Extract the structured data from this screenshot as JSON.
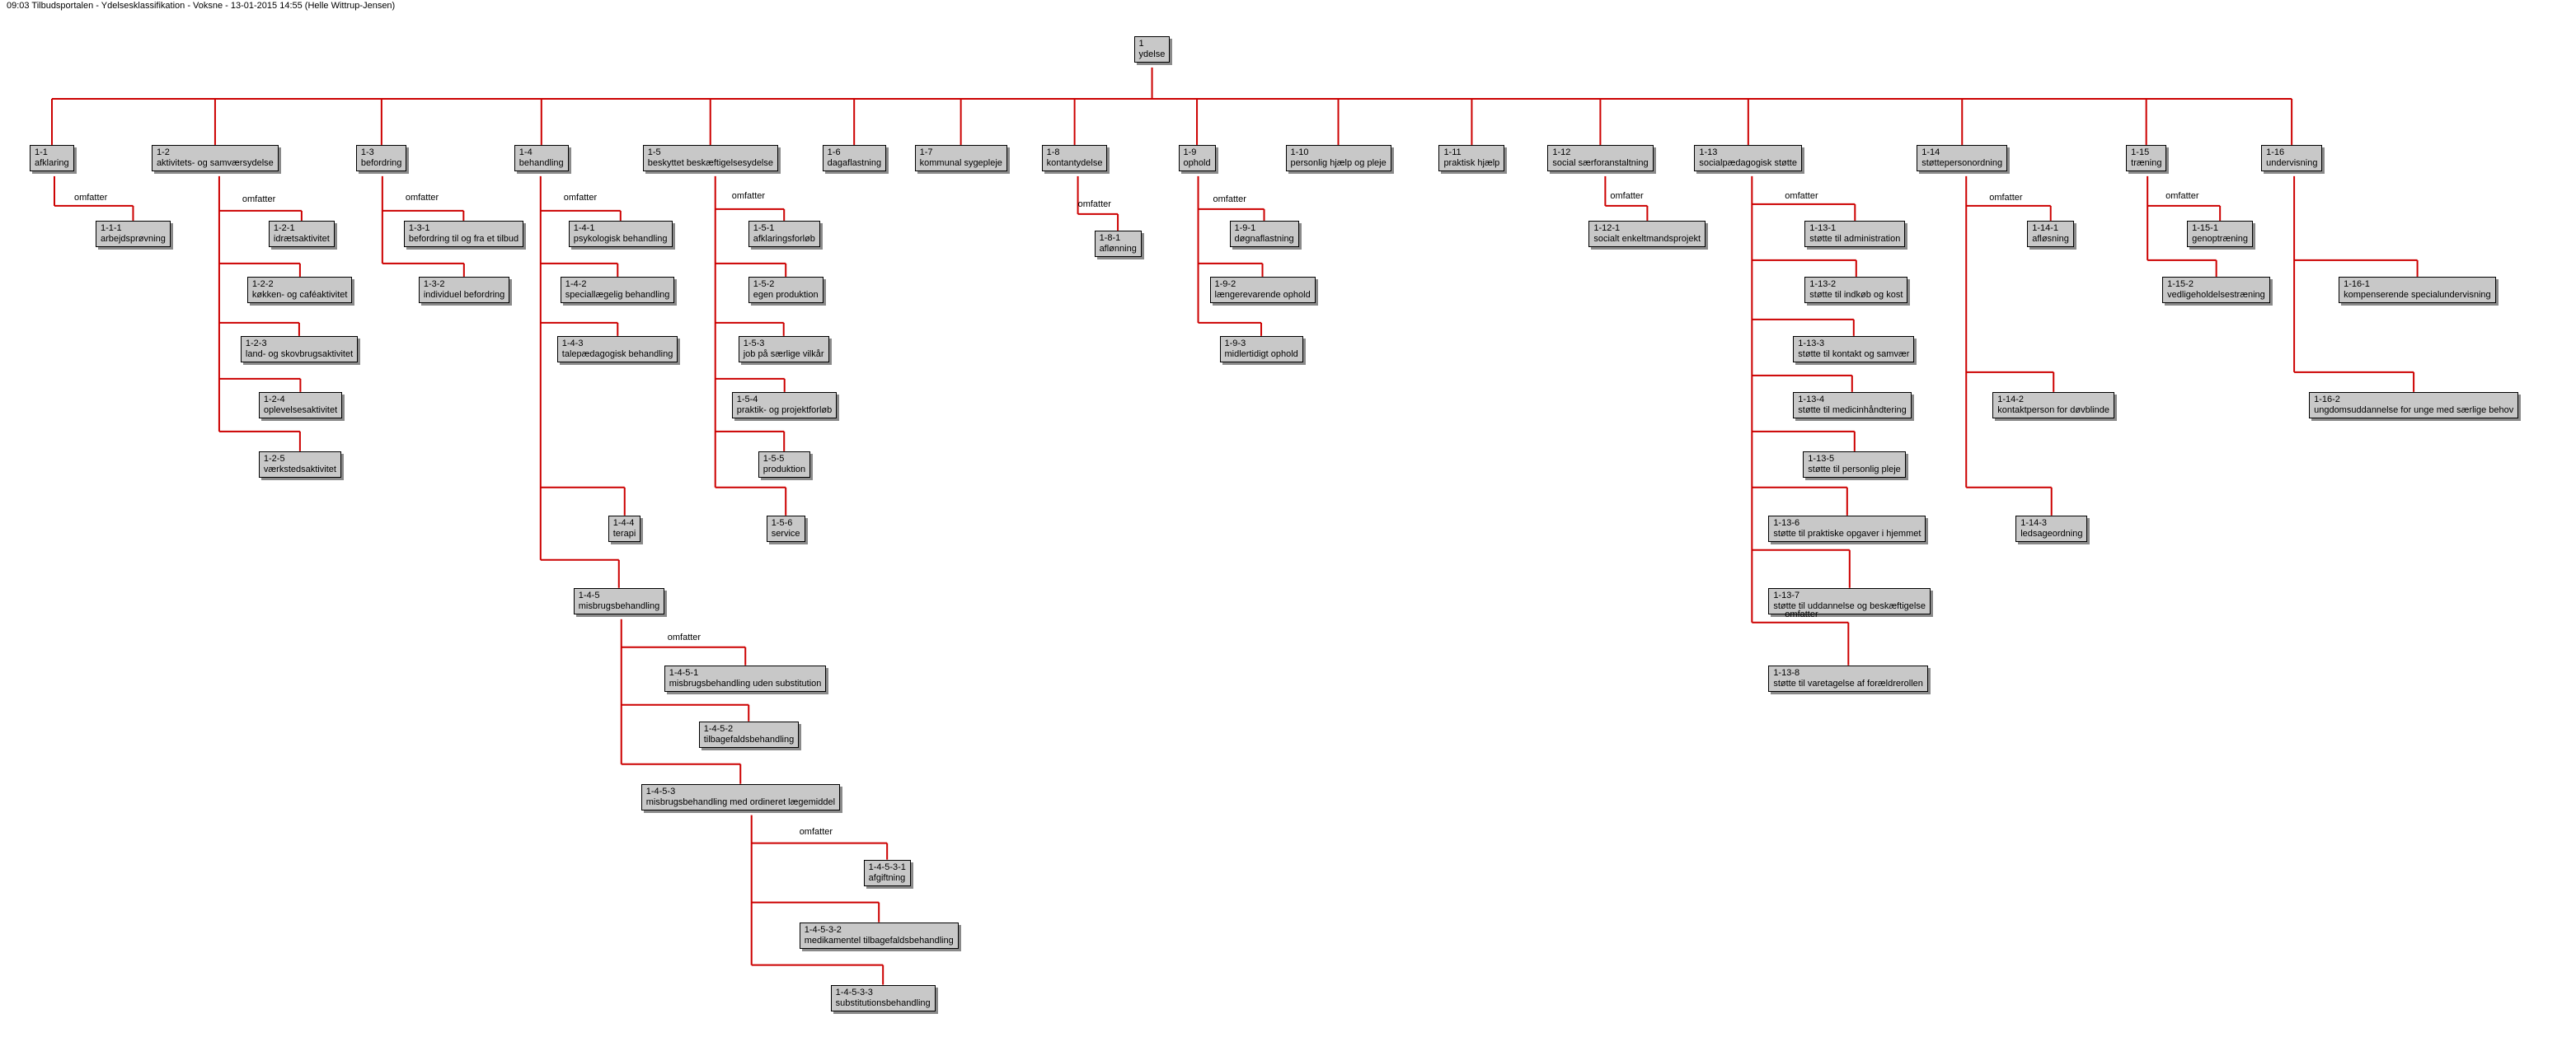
{
  "header": {
    "text": "09:03 Tilbudsportalen - Ydelsesklassifikation - Voksne - 13-01-2015 14:55 (Helle Wittrup-Jensen)"
  },
  "relation_label": "omfatter",
  "colors": {
    "connector": "#cc0000",
    "node_fill": "#c8c8c8",
    "node_border": "#000000",
    "node_shadow": "#8a8a8a"
  },
  "nodes": [
    {
      "id": "1",
      "code": "1",
      "label": "ydelse"
    },
    {
      "id": "1-1",
      "code": "1-1",
      "label": "afklaring"
    },
    {
      "id": "1-2",
      "code": "1-2",
      "label": "aktivitets- og samværsydelse"
    },
    {
      "id": "1-3",
      "code": "1-3",
      "label": "befordring"
    },
    {
      "id": "1-4",
      "code": "1-4",
      "label": "behandling"
    },
    {
      "id": "1-5",
      "code": "1-5",
      "label": "beskyttet beskæftigelsesydelse"
    },
    {
      "id": "1-6",
      "code": "1-6",
      "label": "dagaflastning"
    },
    {
      "id": "1-7",
      "code": "1-7",
      "label": "kommunal sygepleje"
    },
    {
      "id": "1-8",
      "code": "1-8",
      "label": "kontantydelse"
    },
    {
      "id": "1-9",
      "code": "1-9",
      "label": "ophold"
    },
    {
      "id": "1-10",
      "code": "1-10",
      "label": "personlig hjælp og pleje"
    },
    {
      "id": "1-11",
      "code": "1-11",
      "label": "praktisk hjælp"
    },
    {
      "id": "1-12",
      "code": "1-12",
      "label": "social særforanstaltning"
    },
    {
      "id": "1-13",
      "code": "1-13",
      "label": "socialpædagogisk støtte"
    },
    {
      "id": "1-14",
      "code": "1-14",
      "label": "støttepersonordning"
    },
    {
      "id": "1-15",
      "code": "1-15",
      "label": "træning"
    },
    {
      "id": "1-16",
      "code": "1-16",
      "label": "undervisning"
    },
    {
      "id": "1-1-1",
      "code": "1-1-1",
      "label": "arbejdsprøvning"
    },
    {
      "id": "1-2-1",
      "code": "1-2-1",
      "label": "idrætsaktivitet"
    },
    {
      "id": "1-2-2",
      "code": "1-2-2",
      "label": "køkken- og caféaktivitet"
    },
    {
      "id": "1-2-3",
      "code": "1-2-3",
      "label": "land- og skovbrugsaktivitet"
    },
    {
      "id": "1-2-4",
      "code": "1-2-4",
      "label": "oplevelsesaktivitet"
    },
    {
      "id": "1-2-5",
      "code": "1-2-5",
      "label": "værkstedsaktivitet"
    },
    {
      "id": "1-3-1",
      "code": "1-3-1",
      "label": "befordring til og fra et tilbud"
    },
    {
      "id": "1-3-2",
      "code": "1-3-2",
      "label": "individuel befordring"
    },
    {
      "id": "1-4-1",
      "code": "1-4-1",
      "label": "psykologisk behandling"
    },
    {
      "id": "1-4-2",
      "code": "1-4-2",
      "label": "speciallægelig behandling"
    },
    {
      "id": "1-4-3",
      "code": "1-4-3",
      "label": "talepædagogisk behandling"
    },
    {
      "id": "1-4-4",
      "code": "1-4-4",
      "label": "terapi"
    },
    {
      "id": "1-4-5",
      "code": "1-4-5",
      "label": "misbrugsbehandling"
    },
    {
      "id": "1-4-5-1",
      "code": "1-4-5-1",
      "label": "misbrugsbehandling uden substitution"
    },
    {
      "id": "1-4-5-2",
      "code": "1-4-5-2",
      "label": "tilbagefaldsbehandling"
    },
    {
      "id": "1-4-5-3",
      "code": "1-4-5-3",
      "label": "misbrugsbehandling med ordineret lægemiddel"
    },
    {
      "id": "1-4-5-3-1",
      "code": "1-4-5-3-1",
      "label": "afgiftning"
    },
    {
      "id": "1-4-5-3-2",
      "code": "1-4-5-3-2",
      "label": "medikamentel tilbagefaldsbehandling"
    },
    {
      "id": "1-4-5-3-3",
      "code": "1-4-5-3-3",
      "label": "substitutionsbehandling"
    },
    {
      "id": "1-5-1",
      "code": "1-5-1",
      "label": "afklaringsforløb"
    },
    {
      "id": "1-5-2",
      "code": "1-5-2",
      "label": "egen produktion"
    },
    {
      "id": "1-5-3",
      "code": "1-5-3",
      "label": "job på særlige vilkår"
    },
    {
      "id": "1-5-4",
      "code": "1-5-4",
      "label": "praktik- og projektforløb"
    },
    {
      "id": "1-5-5",
      "code": "1-5-5",
      "label": "produktion"
    },
    {
      "id": "1-5-6",
      "code": "1-5-6",
      "label": "service"
    },
    {
      "id": "1-8-1",
      "code": "1-8-1",
      "label": "aflønning"
    },
    {
      "id": "1-9-1",
      "code": "1-9-1",
      "label": "døgnaflastning"
    },
    {
      "id": "1-9-2",
      "code": "1-9-2",
      "label": "længerevarende ophold"
    },
    {
      "id": "1-9-3",
      "code": "1-9-3",
      "label": "midlertidigt ophold"
    },
    {
      "id": "1-12-1",
      "code": "1-12-1",
      "label": "socialt enkeltmandsprojekt"
    },
    {
      "id": "1-13-1",
      "code": "1-13-1",
      "label": "støtte til administration"
    },
    {
      "id": "1-13-2",
      "code": "1-13-2",
      "label": "støtte til indkøb og kost"
    },
    {
      "id": "1-13-3",
      "code": "1-13-3",
      "label": "støtte til kontakt og samvær"
    },
    {
      "id": "1-13-4",
      "code": "1-13-4",
      "label": "støtte til medicinhåndtering"
    },
    {
      "id": "1-13-5",
      "code": "1-13-5",
      "label": "støtte til personlig pleje"
    },
    {
      "id": "1-13-6",
      "code": "1-13-6",
      "label": "støtte til praktiske opgaver i hjemmet"
    },
    {
      "id": "1-13-7",
      "code": "1-13-7",
      "label": "støtte til uddannelse og beskæftigelse"
    },
    {
      "id": "1-13-8",
      "code": "1-13-8",
      "label": "støtte til varetagelse af forældrerollen"
    },
    {
      "id": "1-14-1",
      "code": "1-14-1",
      "label": "afløsning"
    },
    {
      "id": "1-14-2",
      "code": "1-14-2",
      "label": "kontaktperson for døvblinde"
    },
    {
      "id": "1-14-3",
      "code": "1-14-3",
      "label": "ledsageordning"
    },
    {
      "id": "1-15-1",
      "code": "1-15-1",
      "label": "genoptræning"
    },
    {
      "id": "1-15-2",
      "code": "1-15-2",
      "label": "vedligeholdelsestræning"
    },
    {
      "id": "1-16-1",
      "code": "1-16-1",
      "label": "kompenserende specialundervisning"
    },
    {
      "id": "1-16-2",
      "code": "1-16-2",
      "label": "ungdomsuddannelse for unge med særlige behov"
    }
  ]
}
